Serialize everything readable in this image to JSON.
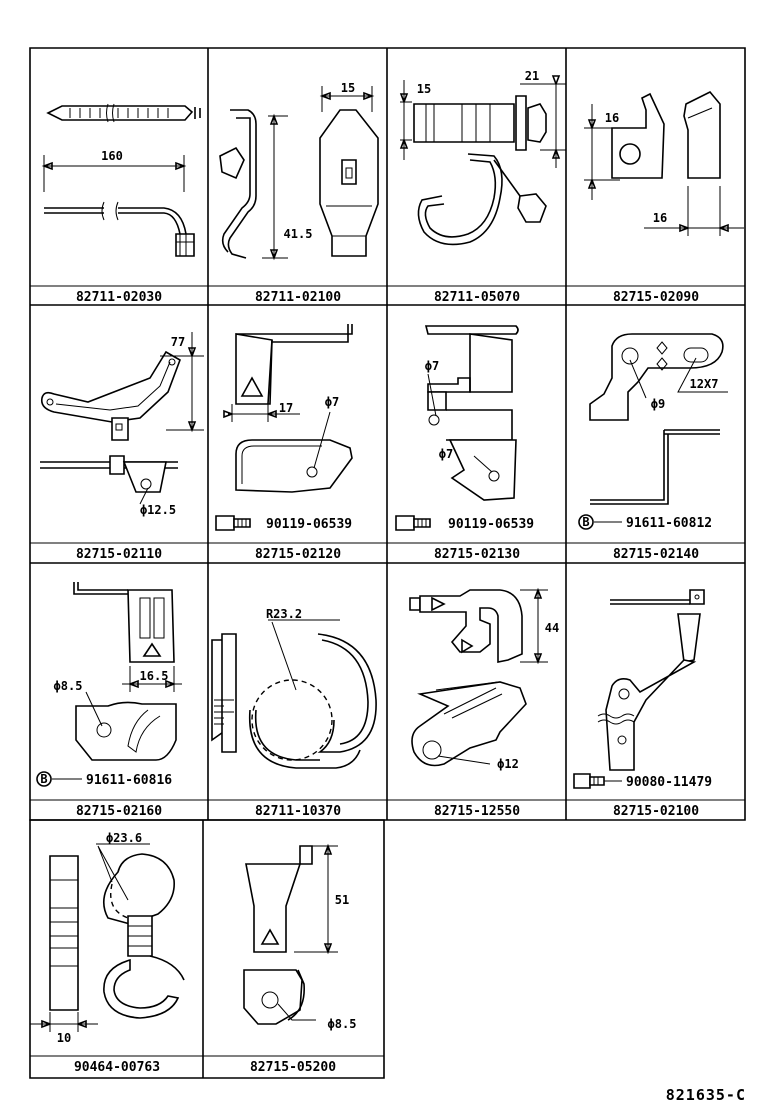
{
  "diagram": {
    "reference": "821635-C",
    "cells": [
      {
        "part": "82711-02030",
        "dims": [
          "160"
        ]
      },
      {
        "part": "82711-02100",
        "dims": [
          "15",
          "41.5"
        ]
      },
      {
        "part": "82711-05070",
        "dims": [
          "15",
          "21"
        ]
      },
      {
        "part": "82715-02090",
        "dims": [
          "16",
          "16"
        ]
      },
      {
        "part": "82715-02110",
        "dims": [
          "77",
          "ϕ12.5"
        ]
      },
      {
        "part": "82715-02120",
        "dims": [
          "17",
          "ϕ7"
        ],
        "fastener": {
          "badge": "",
          "part": "90119-06539"
        }
      },
      {
        "part": "82715-02130",
        "dims": [
          "ϕ7",
          "ϕ7"
        ],
        "fastener": {
          "badge": "",
          "part": "90119-06539"
        }
      },
      {
        "part": "82715-02140",
        "dims": [
          "ϕ9",
          "12X7"
        ],
        "fastener": {
          "badge": "B",
          "part": "91611-60812"
        }
      },
      {
        "part": "82715-02160",
        "dims": [
          "ϕ8.5",
          "16.5"
        ],
        "fastener": {
          "badge": "B",
          "part": "91611-60816"
        }
      },
      {
        "part": "82711-10370",
        "dims": [
          "R23.2"
        ]
      },
      {
        "part": "82715-12550",
        "dims": [
          "44",
          "ϕ12"
        ]
      },
      {
        "part": "82715-02100",
        "dims": [],
        "fastener": {
          "badge": "",
          "part": "90080-11479"
        }
      },
      {
        "part": "90464-00763",
        "dims": [
          "ϕ23.6",
          "10"
        ]
      },
      {
        "part": "82715-05200",
        "dims": [
          "51",
          "ϕ8.5"
        ]
      }
    ]
  }
}
